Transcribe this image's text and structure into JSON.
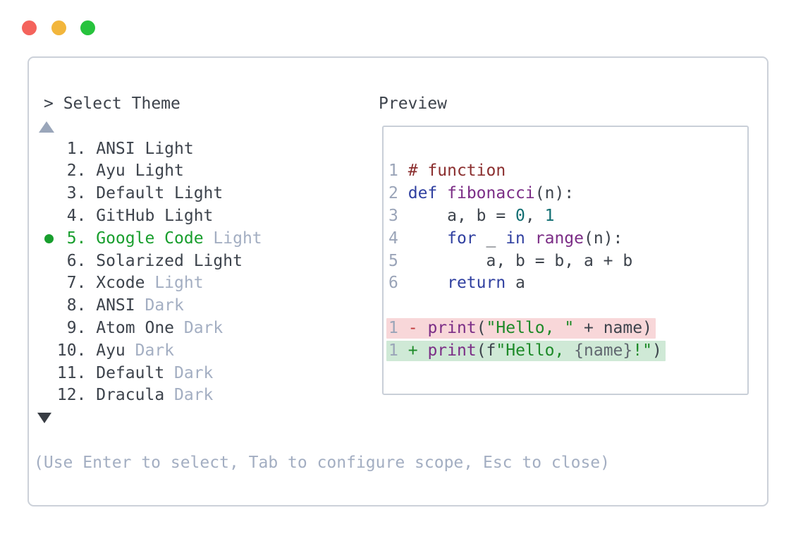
{
  "colors": {
    "text": "#3d434c",
    "muted": "#a3aec2",
    "selection_green": "#189e2d",
    "arrow_up": "#9aa6ba",
    "arrow_down": "#383d44",
    "window_border": "#ccd1d9",
    "preview_border": "#c9cfd8",
    "traffic_red": "#f4635c",
    "traffic_yellow": "#f2b63c",
    "traffic_green": "#27c33d"
  },
  "prompt": {
    "text": "> Select Theme"
  },
  "theme_list": {
    "items": [
      {
        "number": "1",
        "name": "ANSI Light",
        "variant": "",
        "selected": false
      },
      {
        "number": "2",
        "name": "Ayu Light",
        "variant": "",
        "selected": false
      },
      {
        "number": "3",
        "name": "Default Light",
        "variant": "",
        "selected": false
      },
      {
        "number": "4",
        "name": "GitHub Light",
        "variant": "",
        "selected": false
      },
      {
        "number": "5",
        "name": "Google Code",
        "variant": "Light",
        "selected": true
      },
      {
        "number": "6",
        "name": "Solarized Light",
        "variant": "",
        "selected": false
      },
      {
        "number": "7",
        "name": "Xcode",
        "variant": "Light",
        "selected": false
      },
      {
        "number": "8",
        "name": "ANSI",
        "variant": "Dark",
        "selected": false
      },
      {
        "number": "9",
        "name": "Atom One",
        "variant": "Dark",
        "selected": false
      },
      {
        "number": "10",
        "name": "Ayu",
        "variant": "Dark",
        "selected": false
      },
      {
        "number": "11",
        "name": "Default",
        "variant": "Dark",
        "selected": false
      },
      {
        "number": "12",
        "name": "Dracula",
        "variant": "Dark",
        "selected": false
      }
    ]
  },
  "icons": {
    "scroll_up": "triangle-up",
    "scroll_down": "triangle-down",
    "selected_bullet": "filled-circle"
  },
  "footer": {
    "help": "(Use Enter to select, Tab to configure scope, Esc to close)"
  },
  "preview": {
    "title": "Preview",
    "code_lines": [
      {
        "row": 3,
        "bg": "",
        "segments": [
          {
            "text": "1",
            "color": "line_number"
          },
          {
            "text": " ",
            "color": "plain"
          },
          {
            "text": "# function",
            "color": "comment"
          }
        ]
      },
      {
        "row": 4,
        "bg": "",
        "segments": [
          {
            "text": "2",
            "color": "line_number"
          },
          {
            "text": " ",
            "color": "plain"
          },
          {
            "text": "def",
            "color": "keyword"
          },
          {
            "text": " ",
            "color": "plain"
          },
          {
            "text": "fibonacci",
            "color": "function"
          },
          {
            "text": "(n):",
            "color": "plain"
          }
        ]
      },
      {
        "row": 5,
        "bg": "",
        "segments": [
          {
            "text": "3",
            "color": "line_number"
          },
          {
            "text": "     a, b = ",
            "color": "plain"
          },
          {
            "text": "0",
            "color": "literal"
          },
          {
            "text": ", ",
            "color": "plain"
          },
          {
            "text": "1",
            "color": "literal"
          }
        ]
      },
      {
        "row": 6,
        "bg": "",
        "segments": [
          {
            "text": "4",
            "color": "line_number"
          },
          {
            "text": "     ",
            "color": "plain"
          },
          {
            "text": "for",
            "color": "keyword"
          },
          {
            "text": " _ ",
            "color": "plain"
          },
          {
            "text": "in",
            "color": "keyword"
          },
          {
            "text": " ",
            "color": "plain"
          },
          {
            "text": "range",
            "color": "function"
          },
          {
            "text": "(n):",
            "color": "plain"
          }
        ]
      },
      {
        "row": 7,
        "bg": "",
        "segments": [
          {
            "text": "5",
            "color": "line_number"
          },
          {
            "text": "         a, b = b, a + b",
            "color": "plain"
          }
        ]
      },
      {
        "row": 8,
        "bg": "",
        "segments": [
          {
            "text": "6",
            "color": "line_number"
          },
          {
            "text": "     ",
            "color": "plain"
          },
          {
            "text": "return",
            "color": "keyword"
          },
          {
            "text": " a",
            "color": "plain"
          }
        ]
      },
      {
        "row": 10,
        "bg": "diff_removed_bg",
        "segments": [
          {
            "text": "1",
            "color": "line_number"
          },
          {
            "text": " ",
            "color": "plain"
          },
          {
            "text": "-",
            "color": "diff_minus"
          },
          {
            "text": " ",
            "color": "plain"
          },
          {
            "text": "print",
            "color": "function"
          },
          {
            "text": "(",
            "color": "plain"
          },
          {
            "text": "\"Hello, \"",
            "color": "string"
          },
          {
            "text": " + name",
            "color": "plain"
          },
          {
            "text": ")",
            "color": "plain"
          }
        ]
      },
      {
        "row": 11,
        "bg": "diff_added_bg",
        "segments": [
          {
            "text": "1",
            "color": "line_number"
          },
          {
            "text": " ",
            "color": "plain"
          },
          {
            "text": "+",
            "color": "diff_plus"
          },
          {
            "text": " ",
            "color": "plain"
          },
          {
            "text": "print",
            "color": "function"
          },
          {
            "text": "(f",
            "color": "plain"
          },
          {
            "text": "\"Hello, ",
            "color": "string"
          },
          {
            "text": "{name}",
            "color": "fstring_expr"
          },
          {
            "text": "!\"",
            "color": "string"
          },
          {
            "text": ")",
            "color": "plain"
          }
        ]
      }
    ]
  },
  "code_colors": {
    "plain": "#3d434c",
    "line_number": "#9aa4b8",
    "comment": "#8b2f2f",
    "keyword": "#3040a0",
    "function": "#7b2d86",
    "literal": "#116e72",
    "string": "#1d8a28",
    "diff_minus": "#c23b3b",
    "diff_plus": "#1d8a28",
    "fstring_expr": "#60666f",
    "diff_removed_bg": "#f8d7d9",
    "diff_added_bg": "#cfe9d6"
  }
}
